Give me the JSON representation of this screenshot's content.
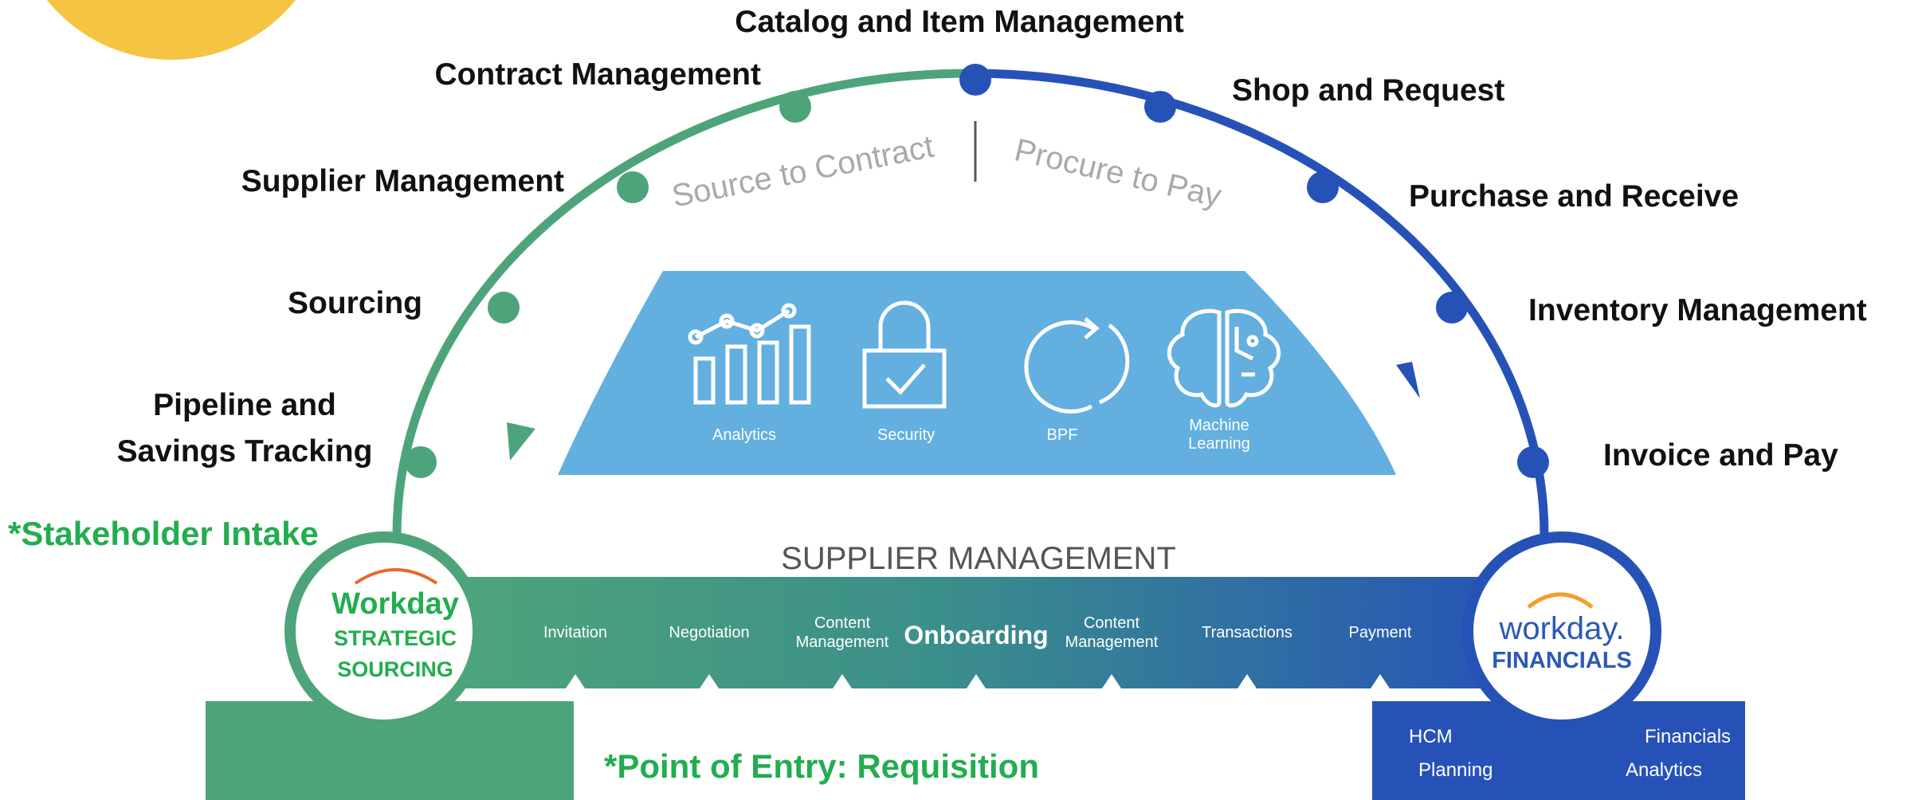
{
  "colors": {
    "green": "#4ea47a",
    "blue": "#2652b8",
    "light_blue": "#62afe0",
    "accent_green": "#22ad4f",
    "sun": "#f6c443",
    "orange_arc": "#e8692b"
  },
  "left_stages": [
    {
      "label": "Contract Management"
    },
    {
      "label": "Supplier Management"
    },
    {
      "label": "Sourcing"
    },
    {
      "label": "Pipeline and",
      "label2": "Savings Tracking"
    }
  ],
  "top_stage": {
    "label": "Catalog and Item Management"
  },
  "right_stages": [
    {
      "label": "Shop and Request"
    },
    {
      "label": "Purchase and Receive"
    },
    {
      "label": "Inventory Management"
    },
    {
      "label": "Invoice and Pay"
    }
  ],
  "arc_labels": {
    "left": "Source to Contract",
    "right": "Procure to Pay"
  },
  "capabilities": [
    {
      "label": "Analytics",
      "icon": "analytics-icon"
    },
    {
      "label": "Security",
      "icon": "lock-check-icon"
    },
    {
      "label": "BPF",
      "icon": "refresh-cycle-icon"
    },
    {
      "label": "Machine",
      "label2": "Learning",
      "icon": "brain-circuit-icon"
    }
  ],
  "supplier_bar": {
    "title": "SUPPLIER MANAGEMENT",
    "steps": [
      {
        "label": "Invitation"
      },
      {
        "label": "Negotiation"
      },
      {
        "label": "Content",
        "label2": "Management"
      },
      {
        "label": "Onboarding",
        "emphasis": true
      },
      {
        "label": "Content",
        "label2": "Management"
      },
      {
        "label": "Transactions"
      },
      {
        "label": "Payment"
      }
    ]
  },
  "left_logo": {
    "line1": "Workday",
    "line2": "STRATEGIC",
    "line3": "SOURCING"
  },
  "right_logo": {
    "line1": "workday.",
    "line2": "FINANCIALS"
  },
  "annotations": {
    "stakeholder": "*Stakeholder Intake",
    "entry_point": "*Point of Entry: Requisition"
  },
  "right_box": {
    "items": [
      "HCM",
      "Financials",
      "Planning",
      "Analytics"
    ]
  }
}
